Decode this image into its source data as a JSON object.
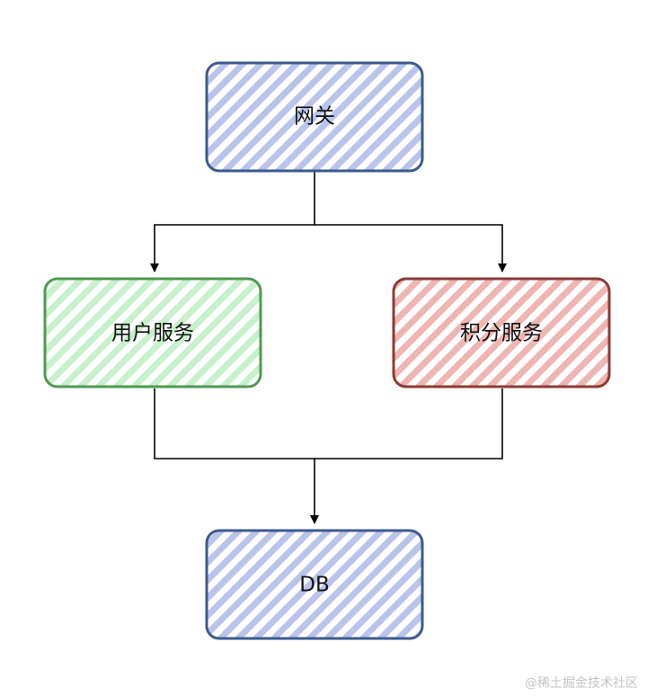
{
  "nodes": {
    "gateway": {
      "label": "网关",
      "fill": "#b9c3ec",
      "stroke": "#3d5a8e"
    },
    "user_service": {
      "label": "用户服务",
      "fill": "#c7f0cd",
      "stroke": "#4e9a4f"
    },
    "points_service": {
      "label": "积分服务",
      "fill": "#efb5b2",
      "stroke": "#8b3b34"
    },
    "db": {
      "label": "DB",
      "fill": "#b9c3ec",
      "stroke": "#3d5a8e"
    }
  },
  "edges": [
    {
      "from": "gateway",
      "to": "user_service"
    },
    {
      "from": "gateway",
      "to": "points_service"
    },
    {
      "from": "user_service",
      "to": "db"
    },
    {
      "from": "points_service",
      "to": "db"
    }
  ],
  "watermark": "@稀土掘金技术社区"
}
